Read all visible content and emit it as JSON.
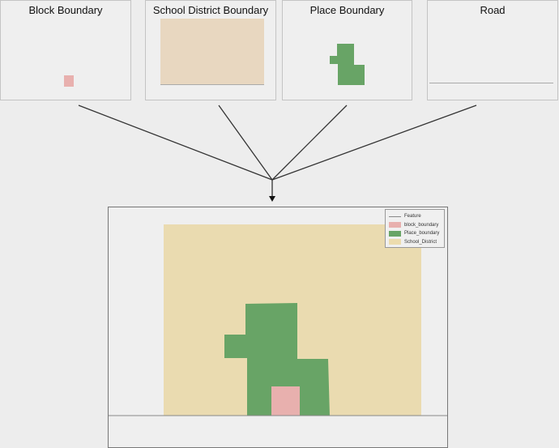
{
  "panels": [
    {
      "title": "Block Boundary"
    },
    {
      "title": "School District Boundary"
    },
    {
      "title": "Place Boundary"
    },
    {
      "title": "Road"
    }
  ],
  "legend": {
    "items": [
      {
        "label": "Feature",
        "color": "#888888"
      },
      {
        "label": "block_boundary",
        "color": "#e8b0ae"
      },
      {
        "label": "Place_boundary",
        "color": "#68a466"
      },
      {
        "label": "School_District",
        "color": "#ecdcae"
      }
    ]
  },
  "colors": {
    "school": "#eadbb0",
    "place": "#68a466",
    "block": "#e8b0ae",
    "road": "#9a9a9a",
    "school_small": "#e8d7c0"
  }
}
